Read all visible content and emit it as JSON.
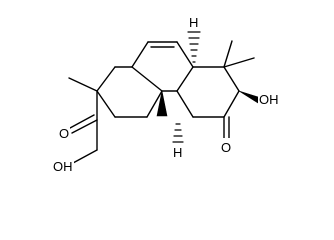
{
  "molecule": {
    "atom_labels": {
      "hydroxyl_top_right": "OH",
      "ketone_oxygen_right": "O",
      "ketone_oxygen_left": "O",
      "hydroxyl_bottom_left": "OH",
      "hydrogen_top": "H",
      "hydrogen_bottom": "H"
    }
  }
}
